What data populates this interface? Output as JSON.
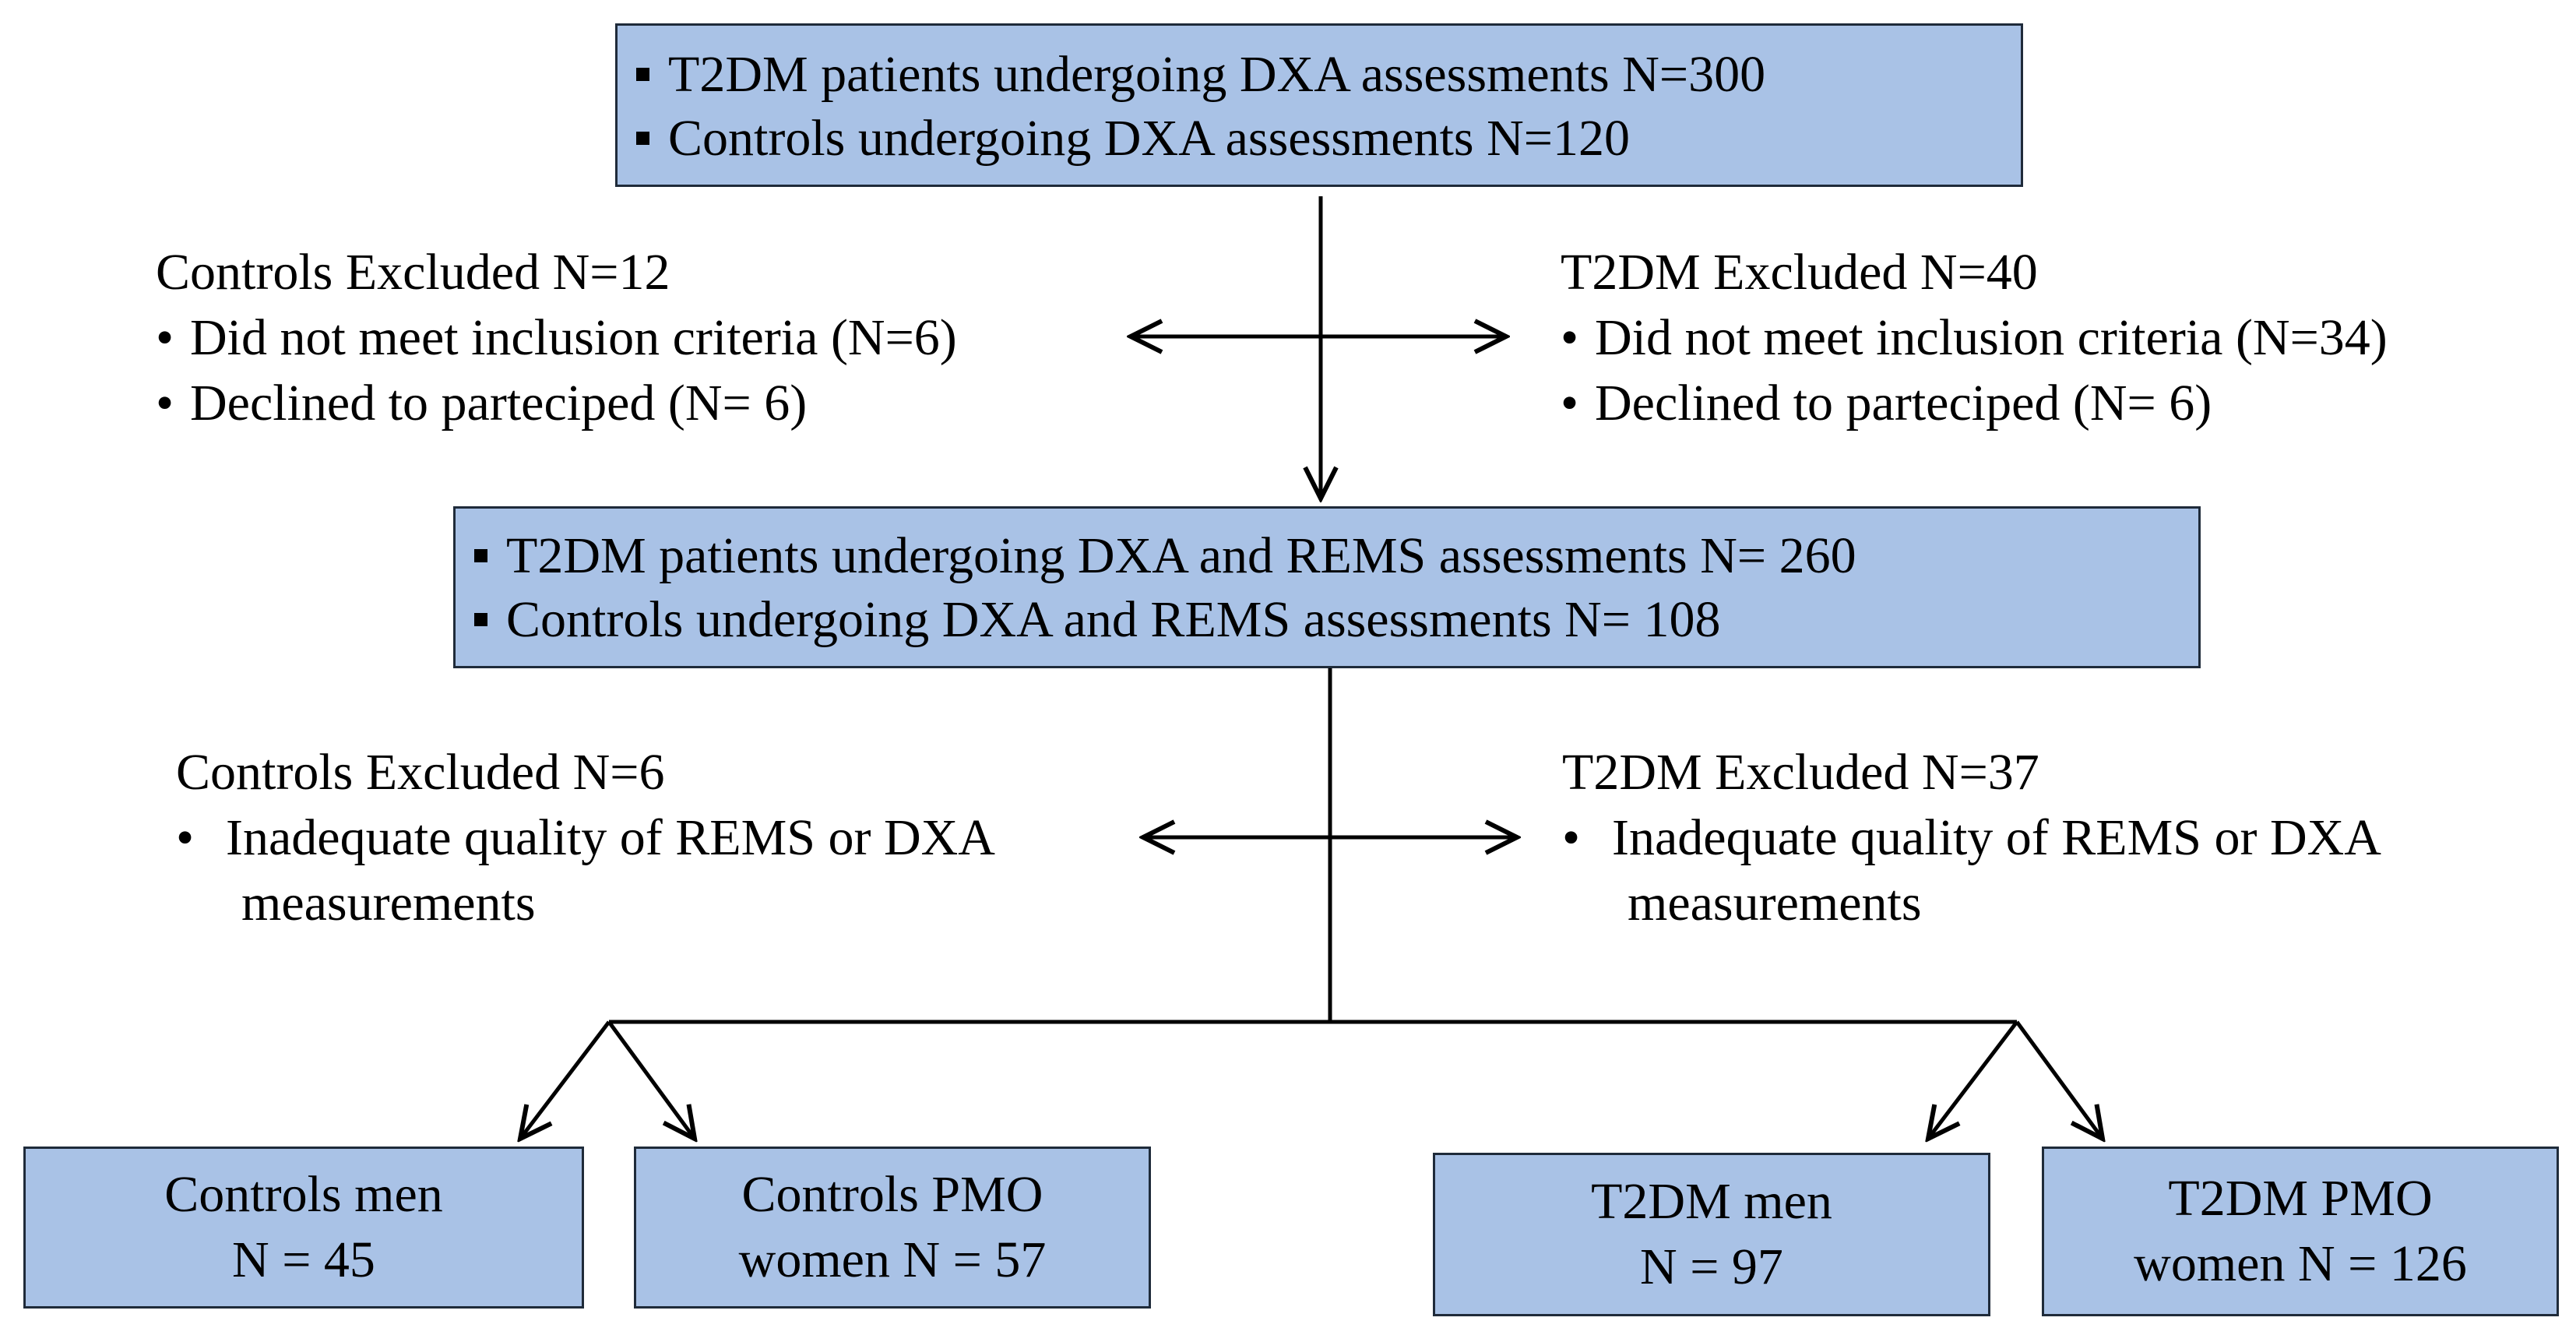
{
  "top_box": {
    "items": [
      "T2DM patients undergoing DXA assessments N=300",
      "Controls undergoing DXA assessments N=120"
    ]
  },
  "exclusion_1": {
    "left": {
      "title": "Controls Excluded N=12",
      "items": [
        "Did not meet inclusion criteria (N=6)",
        "Declined to parteciped (N= 6)"
      ]
    },
    "right": {
      "title": "T2DM Excluded N=40",
      "items": [
        "Did not meet inclusion criteria (N=34)",
        "Declined to parteciped (N= 6)"
      ]
    }
  },
  "middle_box": {
    "items": [
      "T2DM patients undergoing DXA and REMS assessments N= 260",
      "Controls undergoing DXA and REMS assessments N= 108"
    ]
  },
  "exclusion_2": {
    "left": {
      "title": "Controls Excluded N=6",
      "line1": "Inadequate quality of REMS or DXA",
      "line2": "measurements"
    },
    "right": {
      "title": "T2DM Excluded N=37",
      "line1": "Inadequate quality of REMS or DXA",
      "line2": "measurements"
    }
  },
  "groups": [
    {
      "line1": "Controls men",
      "line2": "N = 45"
    },
    {
      "line1": "Controls PMO",
      "line2": "women  N = 57"
    },
    {
      "line1": "T2DM men",
      "line2": "N = 97"
    },
    {
      "line1": "T2DM PMO",
      "line2": "women  N = 126"
    }
  ],
  "colors": {
    "box_fill": "#a9c2e6",
    "box_border": "#1f2b3a",
    "line": "#000000"
  }
}
